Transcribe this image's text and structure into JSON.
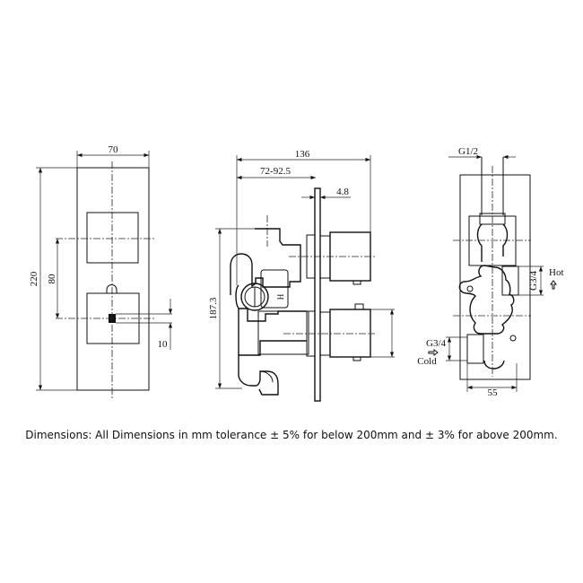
{
  "front_view": {
    "width": "70",
    "height": "220",
    "handle_spacing": "80",
    "offset": "10"
  },
  "side_view": {
    "depth": "136",
    "range": "72-92.5",
    "plate": "4.8",
    "height": "187.3",
    "mark": "H"
  },
  "rear_view": {
    "outlet": "G1/2",
    "hot_size": "G3/4",
    "hot_label": "Hot",
    "cold_size": "G3/4",
    "cold_label": "Cold",
    "width": "55"
  },
  "caption": "Dimensions: All Dimensions in mm tolerance ± 5% for below 200mm and ± 3% for above 200mm."
}
